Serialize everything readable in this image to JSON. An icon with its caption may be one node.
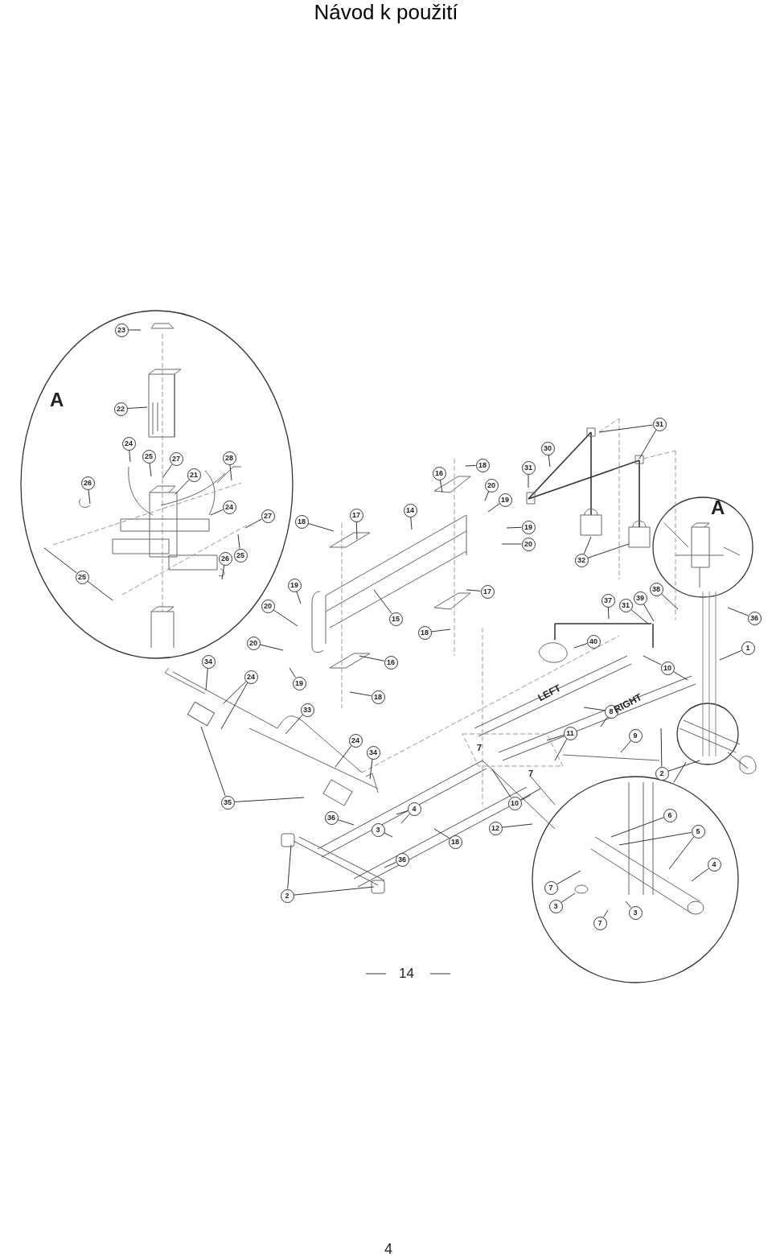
{
  "diagram": {
    "title": "Návod k použití",
    "nodes": [
      {
        "text": [
          "23"
        ]
      },
      {
        "text": [
          "22"
        ]
      },
      {
        "text": [
          "24"
        ]
      },
      {
        "text": [
          "25"
        ]
      },
      {
        "text": [
          "27"
        ]
      },
      {
        "text": [
          "21"
        ]
      },
      {
        "text": [
          "28"
        ]
      },
      {
        "text": [
          "26"
        ]
      },
      {
        "text": [
          "24"
        ]
      },
      {
        "text": [
          "27"
        ]
      },
      {
        "text": [
          "25"
        ]
      },
      {
        "text": [
          "26"
        ]
      },
      {
        "text": [
          "25"
        ]
      },
      {
        "text": [
          "18"
        ]
      },
      {
        "text": [
          "17"
        ]
      },
      {
        "text": [
          "14"
        ]
      },
      {
        "text": [
          "16"
        ]
      },
      {
        "text": [
          "18"
        ]
      },
      {
        "text": [
          "20"
        ]
      },
      {
        "text": [
          "19"
        ]
      },
      {
        "text": [
          "31"
        ]
      },
      {
        "text": [
          "30"
        ]
      },
      {
        "text": [
          "31"
        ]
      },
      {
        "text": [
          "19"
        ]
      },
      {
        "text": [
          "20"
        ]
      },
      {
        "text": [
          "32"
        ]
      },
      {
        "text": [
          "19"
        ]
      },
      {
        "text": [
          "20"
        ]
      },
      {
        "text": [
          "15"
        ]
      },
      {
        "text": [
          "17"
        ]
      },
      {
        "text": [
          "18"
        ]
      },
      {
        "text": [
          "37"
        ]
      },
      {
        "text": [
          "31"
        ]
      },
      {
        "text": [
          "39"
        ]
      },
      {
        "text": [
          "38"
        ]
      },
      {
        "text": [
          "36"
        ]
      },
      {
        "text": [
          "20"
        ]
      },
      {
        "text": [
          "40"
        ]
      },
      {
        "text": [
          "1"
        ]
      },
      {
        "text": [
          "34"
        ]
      },
      {
        "text": [
          "24"
        ]
      },
      {
        "text": [
          "19"
        ]
      },
      {
        "text": [
          "16"
        ]
      },
      {
        "text": [
          "10"
        ]
      },
      {
        "text": [
          "18"
        ]
      },
      {
        "text": [
          "33"
        ]
      },
      {
        "text": [
          "8"
        ]
      },
      {
        "text": [
          "11"
        ]
      },
      {
        "text": [
          "9"
        ]
      },
      {
        "text": [
          "24"
        ]
      },
      {
        "text": [
          "34"
        ]
      },
      {
        "text": [
          "2"
        ]
      },
      {
        "text": [
          "10"
        ]
      },
      {
        "text": [
          "35"
        ]
      },
      {
        "text": [
          "4"
        ]
      },
      {
        "text": [
          "6"
        ]
      },
      {
        "text": [
          "36"
        ]
      },
      {
        "text": [
          "12"
        ]
      },
      {
        "text": [
          "3"
        ]
      },
      {
        "text": [
          "5"
        ]
      },
      {
        "text": [
          "18"
        ]
      },
      {
        "text": [
          "36"
        ]
      },
      {
        "text": [
          "4"
        ]
      },
      {
        "text": [
          "7"
        ]
      },
      {
        "text": [
          "2"
        ]
      },
      {
        "text": [
          "3"
        ]
      },
      {
        "text": [
          "3"
        ]
      },
      {
        "text": [
          "7"
        ]
      }
    ],
    "edges": [
      {
        "from": 0,
        "to": null,
        "arrow": "none"
      },
      {
        "from": 1,
        "to": null,
        "arrow": "none"
      },
      {
        "from": 2,
        "to": null,
        "arrow": "none"
      },
      {
        "from": 3,
        "to": null,
        "arrow": "none"
      },
      {
        "from": 4,
        "to": null,
        "arrow": "none"
      },
      {
        "from": 5,
        "to": null,
        "arrow": "none"
      },
      {
        "from": 6,
        "to": null,
        "arrow": "none"
      },
      {
        "from": 7,
        "to": null,
        "arrow": "none"
      },
      {
        "from": 8,
        "to": null,
        "arrow": "none"
      },
      {
        "from": 9,
        "to": null,
        "arrow": "none"
      },
      {
        "from": 10,
        "to": null,
        "arrow": "none"
      },
      {
        "from": 11,
        "to": null,
        "arrow": "none"
      },
      {
        "from": 12,
        "to": null,
        "arrow": "none"
      },
      {
        "from": 12,
        "to": null,
        "arrow": "none"
      },
      {
        "from": 13,
        "to": null,
        "arrow": "none"
      },
      {
        "from": 14,
        "to": null,
        "arrow": "none"
      },
      {
        "from": 15,
        "to": null,
        "arrow": "none"
      },
      {
        "from": 16,
        "to": null,
        "arrow": "none"
      },
      {
        "from": 17,
        "to": null,
        "arrow": "none"
      },
      {
        "from": 18,
        "to": null,
        "arrow": "none"
      },
      {
        "from": 19,
        "to": null,
        "arrow": "none"
      },
      {
        "from": 20,
        "to": null,
        "arrow": "none"
      },
      {
        "from": 21,
        "to": null,
        "arrow": "none"
      },
      {
        "from": 22,
        "to": null,
        "arrow": "none"
      },
      {
        "from": 22,
        "to": null,
        "arrow": "none"
      },
      {
        "from": 23,
        "to": null,
        "arrow": "none"
      },
      {
        "from": 24,
        "to": null,
        "arrow": "none"
      },
      {
        "from": 25,
        "to": null,
        "arrow": "none"
      },
      {
        "from": 25,
        "to": null,
        "arrow": "none"
      },
      {
        "from": 26,
        "to": null,
        "arrow": "none"
      },
      {
        "from": 27,
        "to": null,
        "arrow": "none"
      },
      {
        "from": 28,
        "to": null,
        "arrow": "none"
      },
      {
        "from": 29,
        "to": null,
        "arrow": "none"
      },
      {
        "from": 30,
        "to": null,
        "arrow": "none"
      },
      {
        "from": 31,
        "to": null,
        "arrow": "none"
      },
      {
        "from": 32,
        "to": null,
        "arrow": "none"
      },
      {
        "from": 33,
        "to": null,
        "arrow": "none"
      },
      {
        "from": 34,
        "to": null,
        "arrow": "none"
      },
      {
        "from": 35,
        "to": null,
        "arrow": "none"
      },
      {
        "from": 36,
        "to": null,
        "arrow": "none"
      },
      {
        "from": 37,
        "to": null,
        "arrow": "none"
      },
      {
        "from": 38,
        "to": null,
        "arrow": "none"
      },
      {
        "from": 39,
        "to": null,
        "arrow": "none"
      },
      {
        "from": 40,
        "to": null,
        "arrow": "none"
      },
      {
        "from": 40,
        "to": null,
        "arrow": "none"
      },
      {
        "from": 41,
        "to": null,
        "arrow": "none"
      },
      {
        "from": 42,
        "to": null,
        "arrow": "none"
      },
      {
        "from": 43,
        "to": null,
        "arrow": "none"
      },
      {
        "from": 43,
        "to": null,
        "arrow": "none"
      },
      {
        "from": 44,
        "to": null,
        "arrow": "none"
      },
      {
        "from": 45,
        "to": null,
        "arrow": "none"
      },
      {
        "from": 46,
        "to": null,
        "arrow": "none"
      },
      {
        "from": 46,
        "to": null,
        "arrow": "none"
      },
      {
        "from": 47,
        "to": null,
        "arrow": "none"
      },
      {
        "from": 47,
        "to": null,
        "arrow": "none"
      },
      {
        "from": 48,
        "to": null,
        "arrow": "none"
      },
      {
        "from": 49,
        "to": null,
        "arrow": "none"
      },
      {
        "from": 50,
        "to": null,
        "arrow": "none"
      },
      {
        "from": 51,
        "to": null,
        "arrow": "none"
      },
      {
        "from": 51,
        "to": null,
        "arrow": "none"
      },
      {
        "from": 52,
        "to": null,
        "arrow": "none"
      },
      {
        "from": 52,
        "to": null,
        "arrow": "none"
      },
      {
        "from": 53,
        "to": null,
        "arrow": "none"
      },
      {
        "from": 53,
        "to": null,
        "arrow": "none"
      },
      {
        "from": 54,
        "to": null,
        "arrow": "none"
      },
      {
        "from": 54,
        "to": null,
        "arrow": "none"
      },
      {
        "from": 55,
        "to": null,
        "arrow": "none"
      },
      {
        "from": 56,
        "to": null,
        "arrow": "none"
      },
      {
        "from": 57,
        "to": null,
        "arrow": "none"
      },
      {
        "from": 58,
        "to": null,
        "arrow": "none"
      },
      {
        "from": 59,
        "to": null,
        "arrow": "none"
      },
      {
        "from": 59,
        "to": null,
        "arrow": "none"
      },
      {
        "from": 60,
        "to": null,
        "arrow": "none"
      },
      {
        "from": 61,
        "to": null,
        "arrow": "none"
      },
      {
        "from": 62,
        "to": null,
        "arrow": "none"
      },
      {
        "from": 63,
        "to": null,
        "arrow": "none"
      },
      {
        "from": 64,
        "to": null,
        "arrow": "none"
      },
      {
        "from": 64,
        "to": null,
        "arrow": "none"
      },
      {
        "from": 65,
        "to": null,
        "arrow": "none"
      },
      {
        "from": 66,
        "to": null,
        "arrow": "none"
      },
      {
        "from": 67,
        "to": null,
        "arrow": "none"
      }
    ],
    "labels": [
      "A",
      "A",
      "LEFT",
      "RIGHT",
      "7",
      "7",
      "14",
      "4"
    ]
  }
}
